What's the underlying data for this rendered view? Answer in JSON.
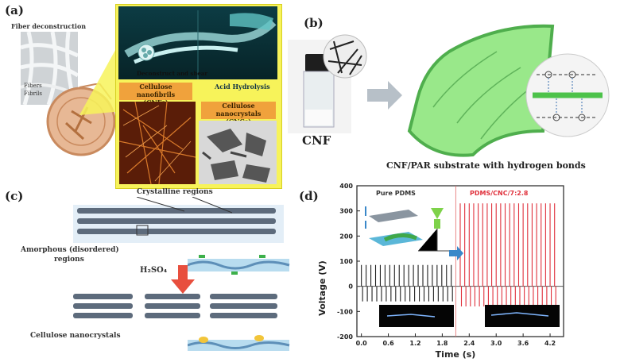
{
  "panel_a": {
    "label": "(a)",
    "fiber_title": "Fiber deconstruction",
    "fiber_sub1": "Fibers",
    "fiber_sub2": "Fibrils",
    "zoom_left_caption": "Deconstruct and shear",
    "zoom_right_caption1": "Acid Hydrolysis",
    "zoom_right_caption2": "Cellulose",
    "cnf_label_line1": "Cellulose nanofibrils",
    "cnf_label_line2": "(CNFs)",
    "cnc_label_line1": "Cellulose nanocrystals",
    "cnc_label_line2": "(CNCs)"
  },
  "panel_b": {
    "label": "(b)",
    "cnf_text": "CNF",
    "substrate_caption": "CNF/PAR substrate with hydrogen bonds"
  },
  "panel_c": {
    "label": "(c)",
    "crystalline": "Crystalline regions",
    "amorphous_line1": "Amorphous (disordered)",
    "amorphous_line2": "regions",
    "acid": "H₂SO₄",
    "nanocrystals": "Cellulose nanocrystals"
  },
  "panel_d": {
    "label": "(d)",
    "ylabel": "Voltage (V)",
    "xlabel": "Time (s)",
    "left_title": "Pure PDMS",
    "right_title": "PDMS/CNC/7:2.8",
    "left_color": "#222222",
    "right_color": "#e0313c",
    "y_ticks": [
      "400",
      "300",
      "200",
      "100",
      "0",
      "-100",
      "-200"
    ],
    "x_ticks": [
      "0.0",
      "0.6",
      "1.2",
      "1.8",
      "2.4",
      "3.0",
      "3.6",
      "4.2"
    ]
  },
  "chart_data": {
    "type": "line",
    "xlabel": "Time (s)",
    "ylabel": "Voltage (V)",
    "xlim": [
      -0.1,
      4.5
    ],
    "ylim": [
      -200,
      400
    ],
    "series": [
      {
        "name": "Pure PDMS",
        "pulse_high": 85,
        "pulse_low": -60,
        "x_start": 0.0,
        "x_end": 2.0,
        "count": 20
      },
      {
        "name": "PDMS/CNC/7:2.8",
        "pulse_high": 330,
        "pulse_low": -80,
        "x_start": 2.2,
        "x_end": 4.3,
        "count": 22
      }
    ]
  }
}
